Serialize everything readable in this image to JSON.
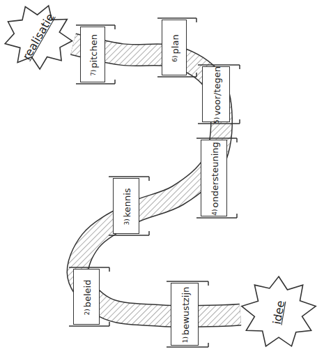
{
  "diagram": {
    "nodes": [
      {
        "text": [
          "idee"
        ]
      },
      {
        "text": [
          "1)",
          "bewustzijn"
        ]
      },
      {
        "text": [
          "2)",
          "beleid"
        ]
      },
      {
        "text": [
          "3)",
          "kennis"
        ]
      },
      {
        "text": [
          "4)",
          "ondersteuning"
        ]
      },
      {
        "text": [
          "5)",
          "voor/tegen"
        ]
      },
      {
        "text": [
          "6)",
          "plan"
        ]
      },
      {
        "text": [
          "7)",
          "pitchen"
        ]
      },
      {
        "text": [
          "realisatie"
        ]
      }
    ],
    "edges": [
      {
        "from": 0,
        "to": 8,
        "arrow": "none"
      }
    ]
  }
}
